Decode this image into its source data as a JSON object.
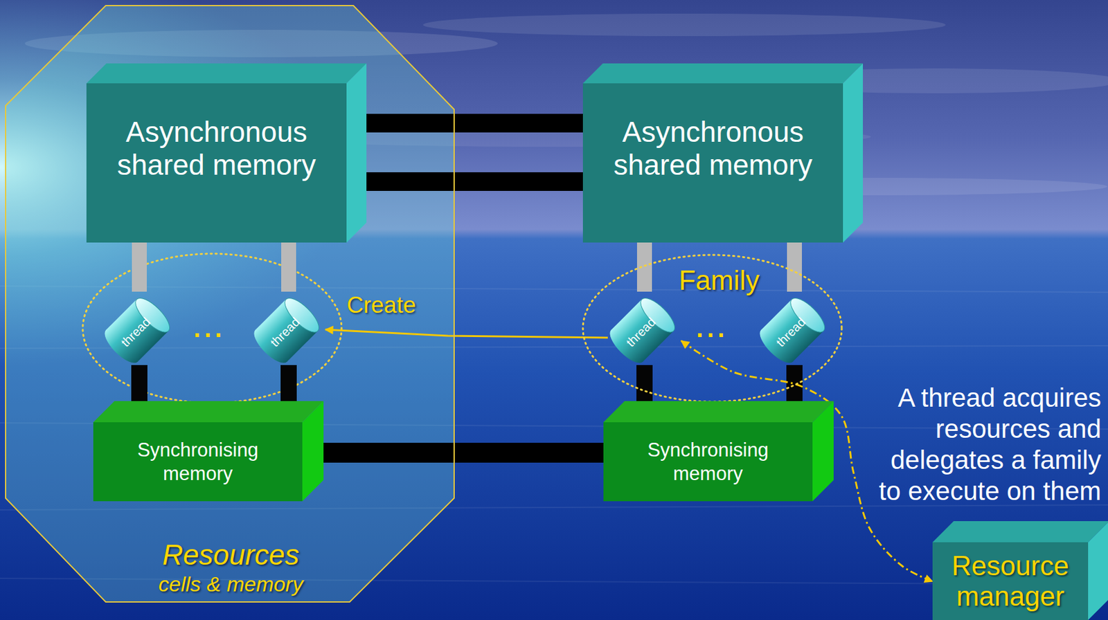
{
  "diagram": {
    "nodes": [
      {
        "text": [
          "Resources",
          "cells & memory"
        ]
      },
      {
        "text": [
          "Asynchronous shared memory"
        ],
        "in": 0
      },
      {
        "text": [
          "thread"
        ],
        "in": 0
      },
      {
        "text": [
          "thread"
        ],
        "in": 0
      },
      {
        "text": [
          "Synchronising memory"
        ],
        "in": 0
      },
      {
        "text": [
          "Asynchronous shared memory"
        ]
      },
      {
        "text": [
          "Family"
        ]
      },
      {
        "text": [
          "thread"
        ],
        "in": 6
      },
      {
        "text": [
          "thread"
        ],
        "in": 6
      },
      {
        "text": [
          "Synchronising memory"
        ]
      },
      {
        "text": [
          "Resource manager"
        ]
      }
    ],
    "edges": [
      {
        "from": 1,
        "to": 5,
        "arrow": "none"
      },
      {
        "from": 1,
        "to": 5,
        "arrow": "none"
      },
      {
        "from": 1,
        "to": 2,
        "arrow": "none"
      },
      {
        "from": 1,
        "to": 3,
        "arrow": "none"
      },
      {
        "from": 2,
        "to": 4,
        "arrow": "none"
      },
      {
        "from": 3,
        "to": 4,
        "arrow": "none"
      },
      {
        "from": 5,
        "to": 7,
        "arrow": "none"
      },
      {
        "from": 5,
        "to": 8,
        "arrow": "none"
      },
      {
        "from": 7,
        "to": 9,
        "arrow": "none"
      },
      {
        "from": 8,
        "to": 9,
        "arrow": "none"
      },
      {
        "from": 4,
        "to": 9,
        "arrow": "none"
      },
      {
        "from": 7,
        "to": 3,
        "label": "Create",
        "arrow": "to"
      },
      {
        "from": 7,
        "to": 10,
        "arrow": "both"
      }
    ],
    "labels": [
      "...",
      "...",
      "A thread acquires resources and delegates a family to execute on them"
    ]
  }
}
